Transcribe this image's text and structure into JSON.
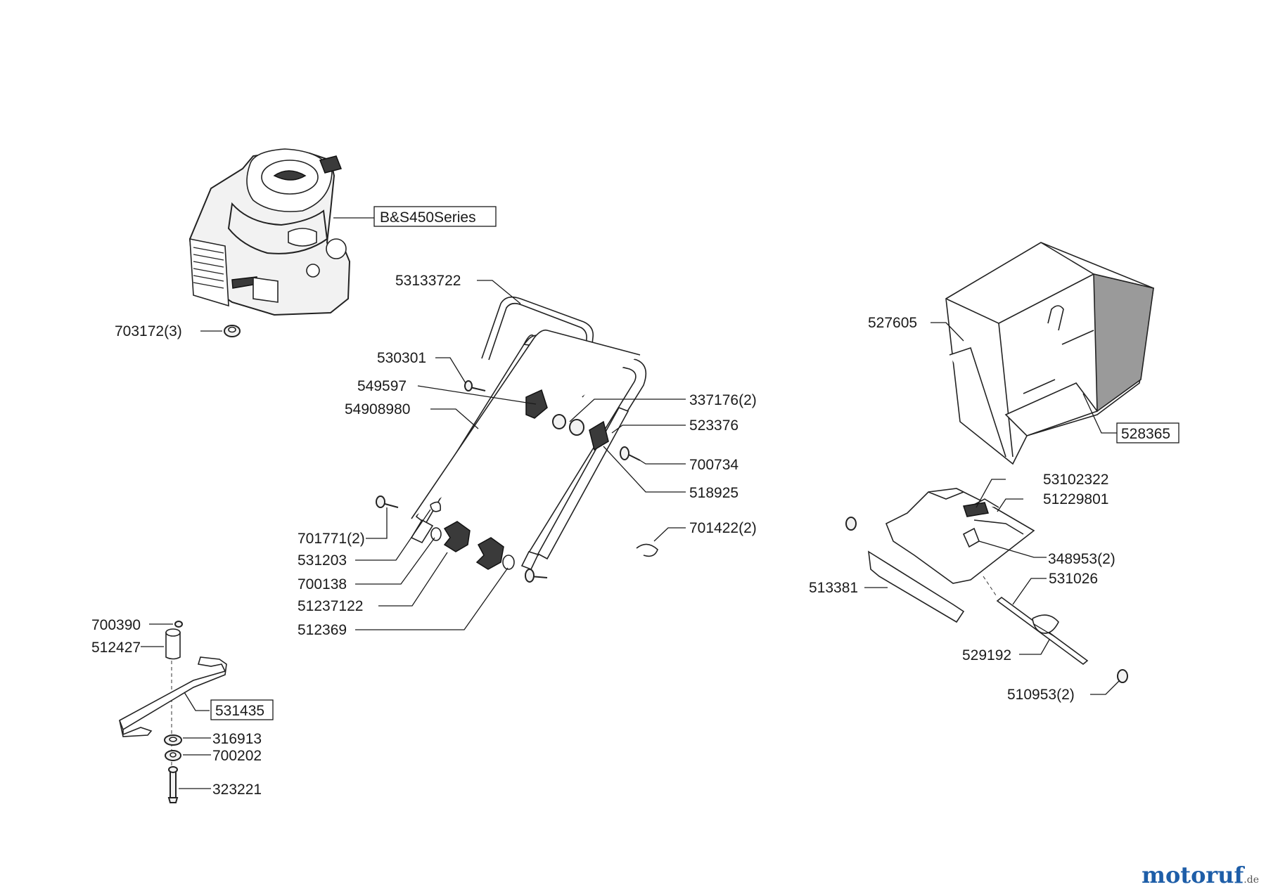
{
  "diagram": {
    "labels": {
      "engine": "B&S450Series",
      "p703172": "703172(3)",
      "p53133722": "53133722",
      "p530301": "530301",
      "p549597": "549597",
      "p54908980": "54908980",
      "p337176": "337176(2)",
      "p523376": "523376",
      "p700734": "700734",
      "p518925": "518925",
      "p701771": "701771(2)",
      "p531203": "531203",
      "p700138": "700138",
      "p51237122": "51237122",
      "p512369": "512369",
      "p701422": "701422(2)",
      "p527605": "527605",
      "p528365": "528365",
      "p53102322": "53102322",
      "p51229801": "51229801",
      "p348953": "348953(2)",
      "p513381": "513381",
      "p531026": "531026",
      "p529192": "529192",
      "p510953": "510953(2)",
      "p700390": "700390",
      "p512427": "512427",
      "p531435": "531435",
      "p316913": "316913",
      "p700202": "700202",
      "p323221": "323221"
    }
  },
  "watermark": {
    "text": "motoruf",
    "suffix": ".de",
    "color": "#1e5ea8"
  }
}
